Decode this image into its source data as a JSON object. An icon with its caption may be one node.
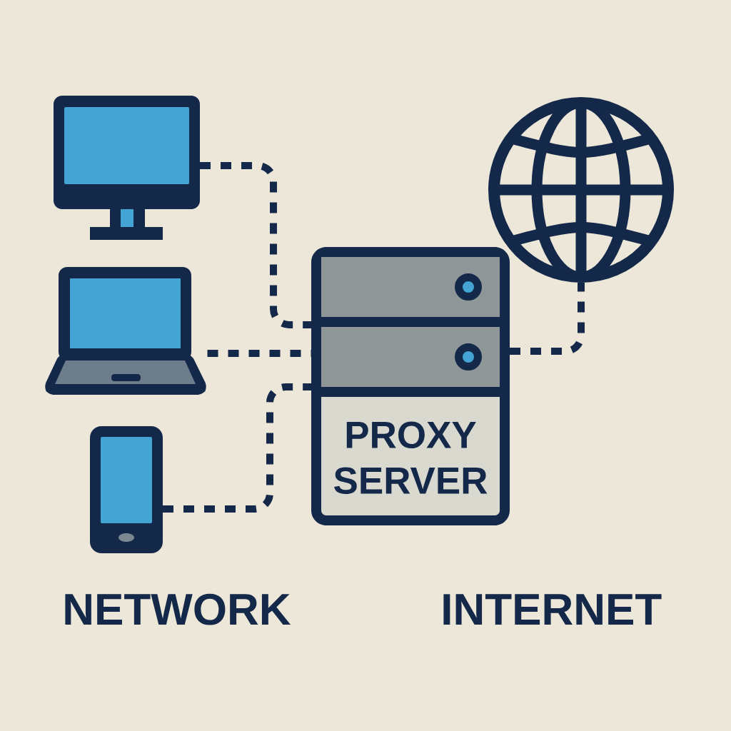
{
  "diagram": {
    "nodes": [
      {
        "text": [],
        "shape": "picture"
      },
      {
        "text": [],
        "shape": "picture"
      },
      {
        "text": [],
        "shape": "picture"
      },
      {
        "text": [
          "PROXY SERVER"
        ]
      },
      {
        "text": [],
        "shape": "picture"
      }
    ],
    "edges": [
      {
        "from": 0,
        "to": 3,
        "arrow": "none",
        "style": "dashed"
      },
      {
        "from": 1,
        "to": 3,
        "arrow": "none",
        "style": "dashed"
      },
      {
        "from": 2,
        "to": 3,
        "arrow": "none",
        "style": "dashed"
      },
      {
        "from": 3,
        "to": 4,
        "arrow": "none",
        "style": "dashed"
      }
    ],
    "labels": [
      "NETWORK",
      "INTERNET"
    ]
  }
}
